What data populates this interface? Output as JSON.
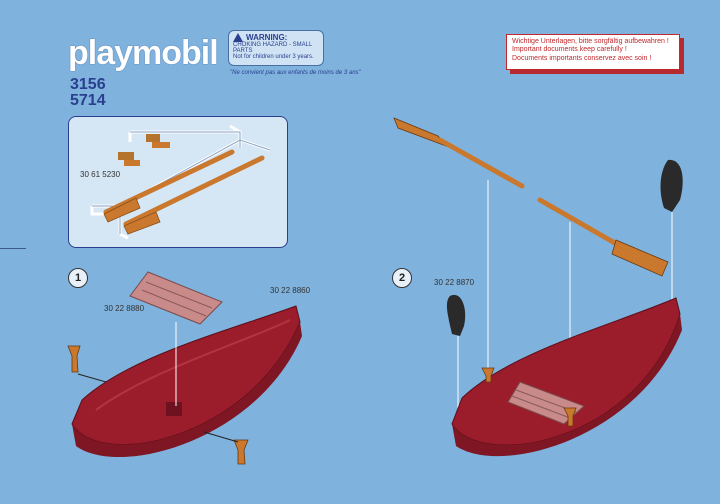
{
  "header": {
    "brand": "playmobil",
    "codes": [
      "3156",
      "5714"
    ]
  },
  "warning": {
    "title": "WARNING:",
    "line1": "CHOKING HAZARD - SMALL PARTS",
    "line2": "Not for children under 3 years.",
    "note": "\"Ne convient pas aux enfants de moins de 3 ans\""
  },
  "documents_notice": {
    "line1": "Wichtige Unterlagen, bitte sorgfältig aufbewahren !",
    "line2": "Important documents keep carefully !",
    "line3": "Documents importants conservez avec soin !"
  },
  "parts_panel": {
    "part_code": "30 61 5230"
  },
  "step1": {
    "number": "1",
    "part_codes": [
      "30 22 8880",
      "30 22 8860"
    ]
  },
  "step2": {
    "number": "2",
    "part_code": "30 22 8870"
  },
  "colors": {
    "background": "#7fb2dd",
    "boat": "#9b1d2b",
    "oar": "#c9782e",
    "brand_blue": "#2a3f8e",
    "notice_red": "#c0282d"
  }
}
